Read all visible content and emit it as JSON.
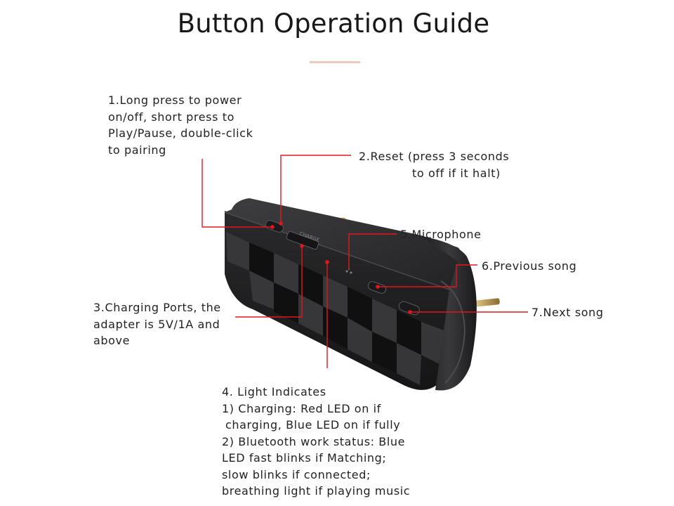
{
  "title": "Button Operation Guide",
  "labels": {
    "power": {
      "lines": [
        "1.Long press to power",
        "on/off, short press to",
        "Play/Pause, double-click",
        "to pairing"
      ]
    },
    "reset": {
      "lines": [
        "2.Reset (press 3 seconds",
        "to off if it halt)"
      ]
    },
    "charging_port": {
      "lines": [
        "3.Charging Ports, the",
        "adapter is 5V/1A and",
        "above"
      ]
    },
    "light": {
      "lines": [
        "4. Light Indicates",
        "1) Charging: Red LED on if",
        "charging, Blue LED on if fully",
        "2) Bluetooth work status: Blue",
        "LED fast blinks if Matching;",
        "slow blinks if connected;",
        "breathing light if playing music"
      ]
    },
    "microphone": {
      "text": "5.Microphone"
    },
    "previous": {
      "text": "6.Previous song"
    },
    "next": {
      "text": "7.Next song"
    }
  },
  "device": {
    "port_label": "CHARGE"
  },
  "colors": {
    "accent_line": "#e0181c",
    "title_rule": "#f0c9b8",
    "device_body": "#2a2a2c"
  }
}
